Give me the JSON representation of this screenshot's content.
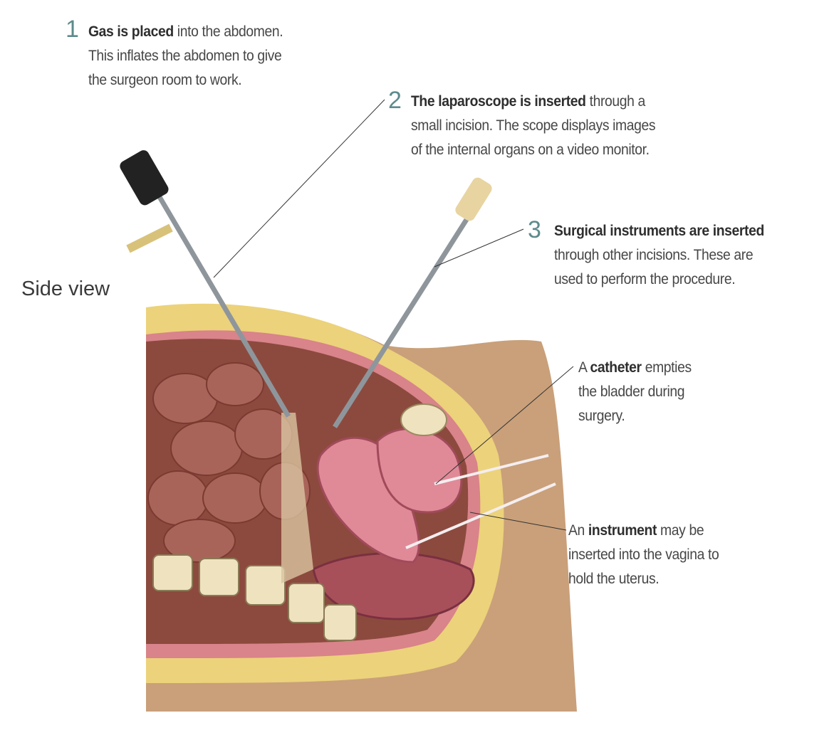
{
  "title": "Side view",
  "steps": [
    {
      "number": "1",
      "bold": "Gas is placed",
      "rest": " into the abdomen.",
      "lines": [
        "This inflates the abdomen to give",
        "the surgeon room to work."
      ]
    },
    {
      "number": "2",
      "bold": "The laparoscope is inserted",
      "rest": " through a",
      "lines": [
        "small incision. The scope displays images",
        "of the internal organs on a video monitor."
      ]
    },
    {
      "number": "3",
      "bold": "Surgical instruments are inserted",
      "rest": "",
      "lines": [
        "through other incisions. These are",
        "used to perform the procedure."
      ]
    }
  ],
  "notes": [
    {
      "pre": "A ",
      "bold": "catheter",
      "rest": " empties",
      "lines": [
        "the bladder during",
        "surgery."
      ]
    },
    {
      "pre": "An ",
      "bold": "instrument",
      "rest": " may be",
      "lines": [
        "inserted into the vagina to",
        "hold the uterus."
      ]
    }
  ],
  "colors": {
    "number": "#5e8b8c",
    "skin": "#c9a07a",
    "fat": "#ecd27a",
    "lining": "#d9838a",
    "cavity": "#8c4a3e"
  }
}
